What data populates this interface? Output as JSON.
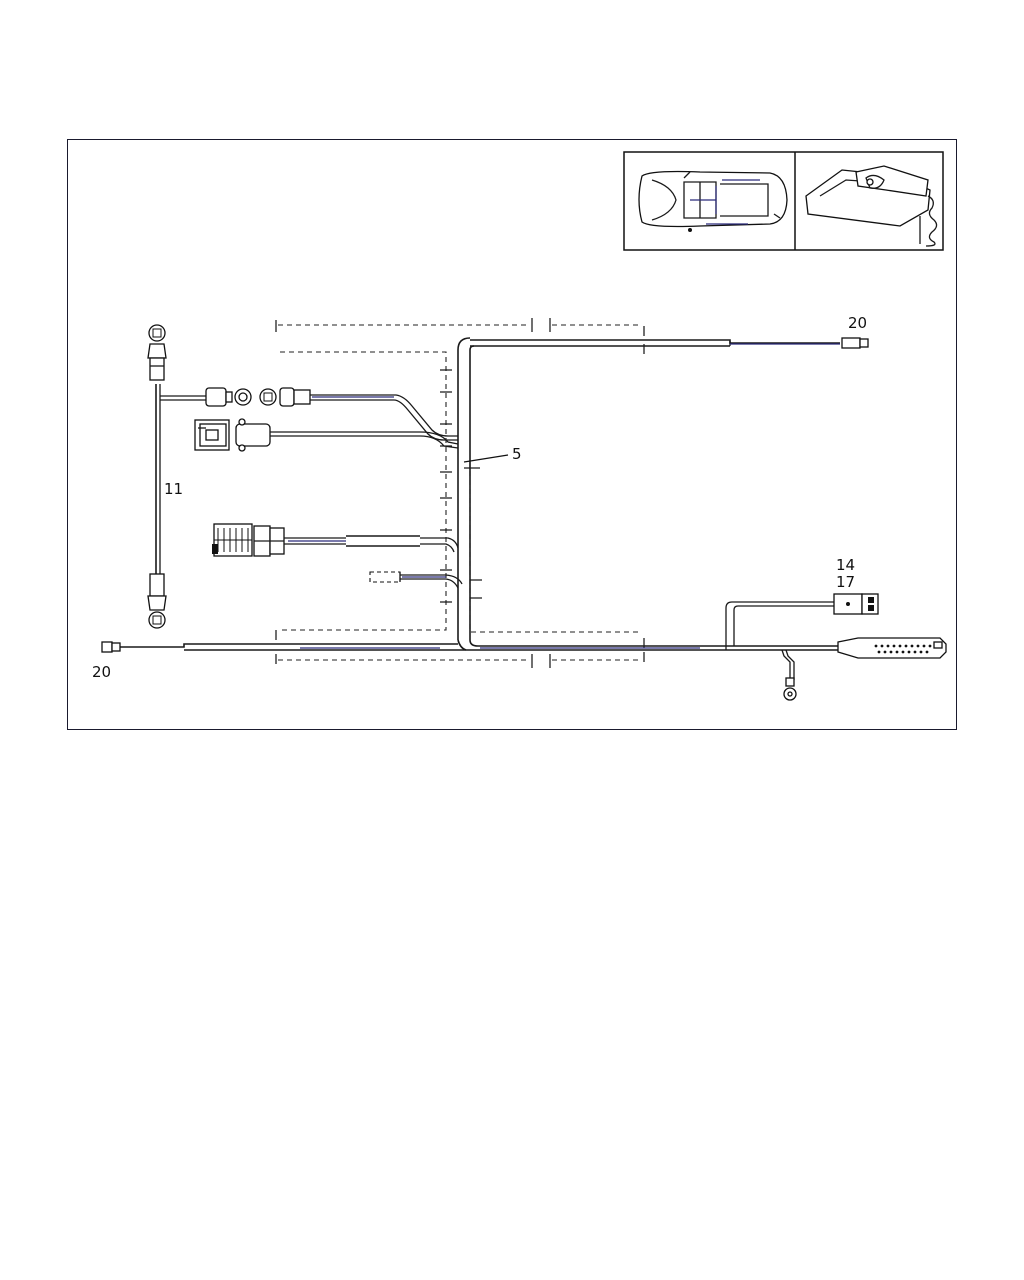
{
  "callouts": {
    "top_right_connector": "20",
    "bottom_left_connector": "20",
    "harness": "5",
    "vertical_cable": "11",
    "plug_a": "14",
    "plug_b": "17"
  },
  "icons": {
    "vehicle_inset": "car-top-view-icon",
    "handset_inset": "telephone-handset-icon"
  },
  "colors": {
    "line": "#1a1a1a",
    "accent_blue": "#2a2a7a"
  }
}
